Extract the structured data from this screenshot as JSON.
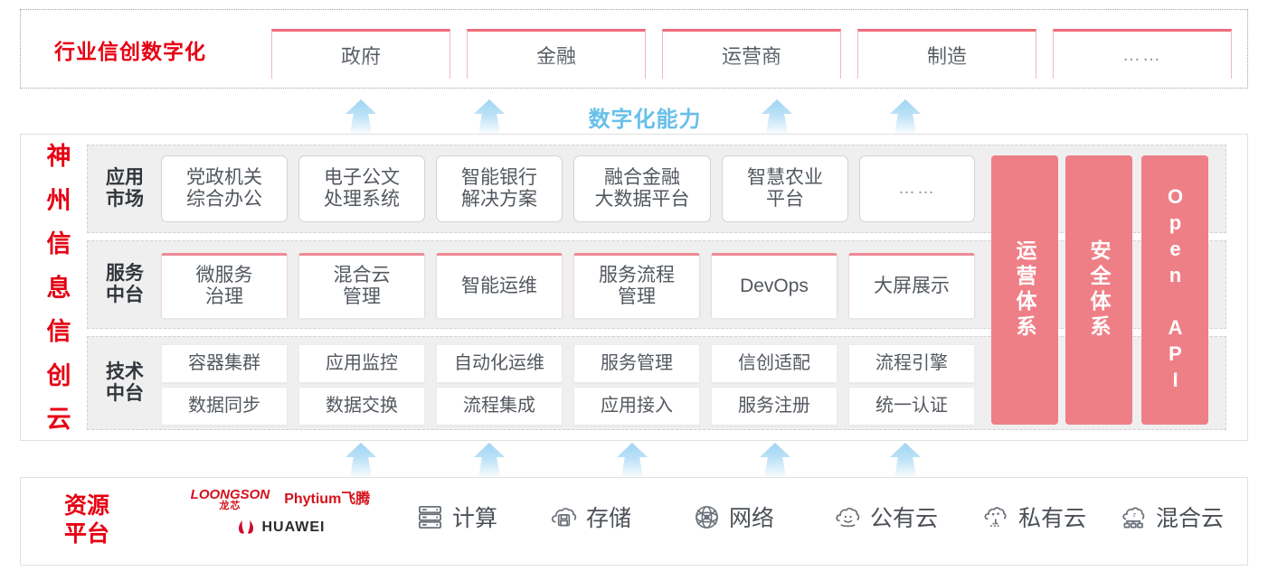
{
  "colors": {
    "brand_red": "#e60012",
    "pillar_pink": "#ef7f87",
    "accent_pink": "#ef6c78",
    "arrow_blue": "#9fd4f2",
    "capability_blue": "#68c0ea",
    "band_gray": "#efefef"
  },
  "industry": {
    "title": "行业信创数字化",
    "boxes": [
      {
        "label": "政府"
      },
      {
        "label": "金融"
      },
      {
        "label": "运营商"
      },
      {
        "label": "制造"
      },
      {
        "label": "……"
      }
    ]
  },
  "capability": {
    "label": "数字化能力",
    "arrow_count_top": 4,
    "arrow_count_bottom": 5
  },
  "cloud": {
    "title": "神州信息信创云",
    "title_chars": [
      "神",
      "州",
      "信",
      "息",
      "信",
      "创",
      "云"
    ],
    "rows": [
      {
        "key": "app-market",
        "label": "应用\n市场",
        "label_lines": [
          "应用",
          "市场"
        ],
        "cells": [
          {
            "lines": [
              "党政机关",
              "综合办公"
            ]
          },
          {
            "lines": [
              "电子公文",
              "处理系统"
            ]
          },
          {
            "lines": [
              "智能银行",
              "解决方案"
            ]
          },
          {
            "lines": [
              "融合金融",
              "大数据平台"
            ]
          },
          {
            "lines": [
              "智慧农业",
              "平台"
            ]
          },
          {
            "lines": [
              "……"
            ]
          }
        ]
      },
      {
        "key": "service-platform",
        "label_lines": [
          "服务",
          "中台"
        ],
        "cells": [
          {
            "lines": [
              "微服务",
              "治理"
            ]
          },
          {
            "lines": [
              "混合云",
              "管理"
            ]
          },
          {
            "lines": [
              "智能运维"
            ]
          },
          {
            "lines": [
              "服务流程",
              "管理"
            ]
          },
          {
            "lines": [
              "DevOps"
            ]
          },
          {
            "lines": [
              "大屏展示"
            ]
          }
        ]
      },
      {
        "key": "tech-platform",
        "label_lines": [
          "技术",
          "中台"
        ],
        "cells_row1": [
          "容器集群",
          "应用监控",
          "自动化运维",
          "服务管理",
          "信创适配",
          "流程引擎"
        ],
        "cells_row2": [
          "数据同步",
          "数据交换",
          "流程集成",
          "应用接入",
          "服务注册",
          "统一认证"
        ]
      }
    ],
    "pillars": [
      {
        "label": "运营体系",
        "vertical": true
      },
      {
        "label": "安全体系",
        "vertical": true
      },
      {
        "label": "Open API",
        "vertical": true
      }
    ]
  },
  "resource": {
    "title_lines": [
      "资源",
      "平台"
    ],
    "vendors": [
      {
        "name": "LOONGSON",
        "sub": "龙芯"
      },
      {
        "name": "Phytium飞腾",
        "sub": ""
      },
      {
        "name": "HUAWEI",
        "sub": ""
      }
    ],
    "items": [
      {
        "label": "计算",
        "icon": "server-rack-icon"
      },
      {
        "label": "存储",
        "icon": "cloud-storage-icon"
      },
      {
        "label": "网络",
        "icon": "network-mesh-icon"
      },
      {
        "label": "公有云",
        "icon": "public-cloud-icon"
      },
      {
        "label": "私有云",
        "icon": "private-cloud-icon"
      },
      {
        "label": "混合云",
        "icon": "hybrid-cloud-icon"
      }
    ]
  }
}
